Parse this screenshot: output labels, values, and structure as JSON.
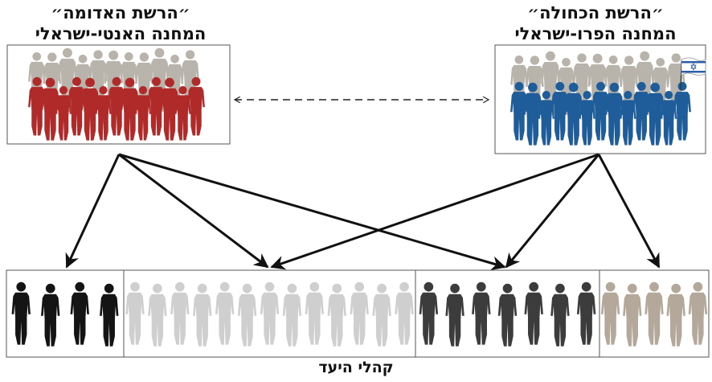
{
  "camps": {
    "left": {
      "title_line1": "״הרשת האדומה״",
      "title_line2": "המחנה האנטי-ישראלי",
      "color": "#b02a2a",
      "shadow_color": "#b8b4ac"
    },
    "right": {
      "title_line1": "״הרשת הכחולה״",
      "title_line2": "המחנה הפרו-ישראלי",
      "color": "#1f5d9a",
      "shadow_color": "#b8b4ac"
    }
  },
  "audiences": {
    "label": "קהלי היעד",
    "groups": [
      {
        "color": "#141414",
        "count": 4
      },
      {
        "color": "#cfcfcf",
        "count": 13
      },
      {
        "color": "#3c3c3c",
        "count": 7
      },
      {
        "color": "#b3a89a",
        "count": 5
      }
    ]
  },
  "icons": [
    "israel-flag-icon",
    "dashed-double-arrow-icon",
    "arrow-icon"
  ]
}
